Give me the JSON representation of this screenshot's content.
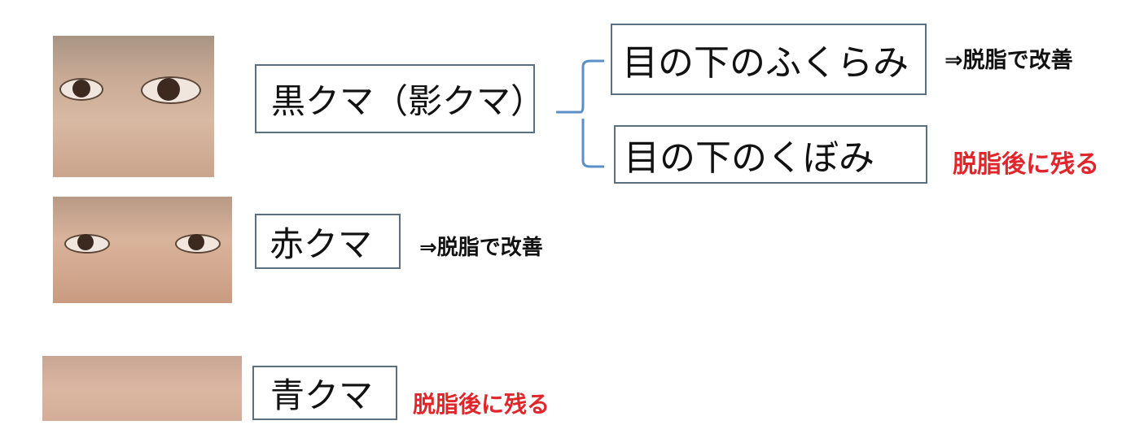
{
  "colors": {
    "box_border": "#5a6f80",
    "bracket": "#5b8fc7",
    "red_text": "#e0252b"
  },
  "rows": [
    {
      "label": "黒クマ（影クマ）",
      "photo": "photo-eyes-shadow-dark-circles",
      "sub_items": [
        {
          "label": "目の下のふくらみ",
          "note": "⇒脱脂で改善"
        },
        {
          "label": "目の下のくぼみ",
          "note": "脱脂後に残る"
        }
      ]
    },
    {
      "label": "赤クマ",
      "photo": "photo-eyes-red-dark-circles",
      "note": "⇒脱脂で改善"
    },
    {
      "label": "青クマ",
      "photo": "photo-eyes-blue-dark-circles",
      "note": "脱脂後に残る"
    }
  ]
}
